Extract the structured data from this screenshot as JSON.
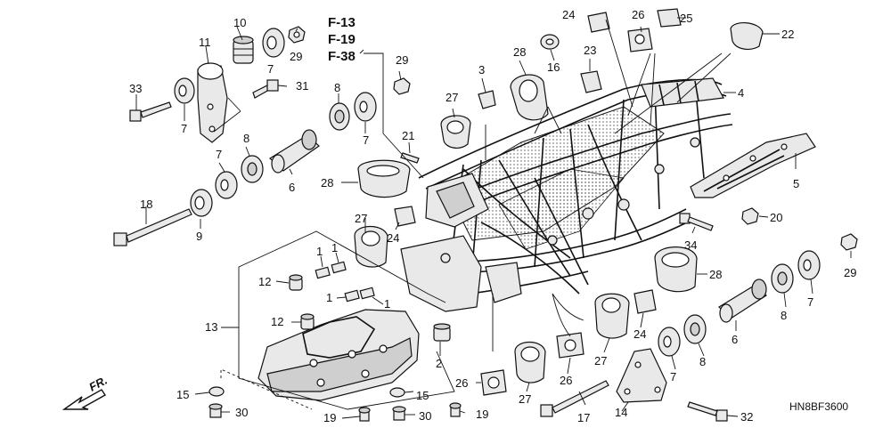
{
  "ref_codes": [
    "F-13",
    "F-19",
    "F-38"
  ],
  "callouts": {
    "c1a": "1",
    "c1b": "1",
    "c1c": "1",
    "c1d": "1",
    "c2": "2",
    "c3": "3",
    "c4": "4",
    "c5": "5",
    "c6a": "6",
    "c6b": "6",
    "c7a": "7",
    "c7b": "7",
    "c7c": "7",
    "c7d": "7",
    "c7e": "7",
    "c7f": "7",
    "c8a": "8",
    "c8b": "8",
    "c8c": "8",
    "c8d": "8",
    "c9": "9",
    "c10": "10",
    "c11": "11",
    "c12a": "12",
    "c12b": "12",
    "c13": "13",
    "c14": "14",
    "c15a": "15",
    "c15b": "15",
    "c16": "16",
    "c17": "17",
    "c18": "18",
    "c19a": "19",
    "c19b": "19",
    "c20": "20",
    "c21": "21",
    "c22": "22",
    "c23": "23",
    "c24a": "24",
    "c24b": "24",
    "c24c": "24",
    "c25": "25",
    "c26a": "26",
    "c26b": "26",
    "c26c": "26",
    "c27a": "27",
    "c27b": "27",
    "c27c": "27",
    "c27d": "27",
    "c28a": "28",
    "c28b": "28",
    "c28c": "28",
    "c29a": "29",
    "c29b": "29",
    "c29c": "29",
    "c30a": "30",
    "c30b": "30",
    "c31": "31",
    "c32": "32",
    "c33": "33",
    "c34": "34"
  },
  "direction_label": "FR.",
  "diagram_code": "HN8BF3600"
}
